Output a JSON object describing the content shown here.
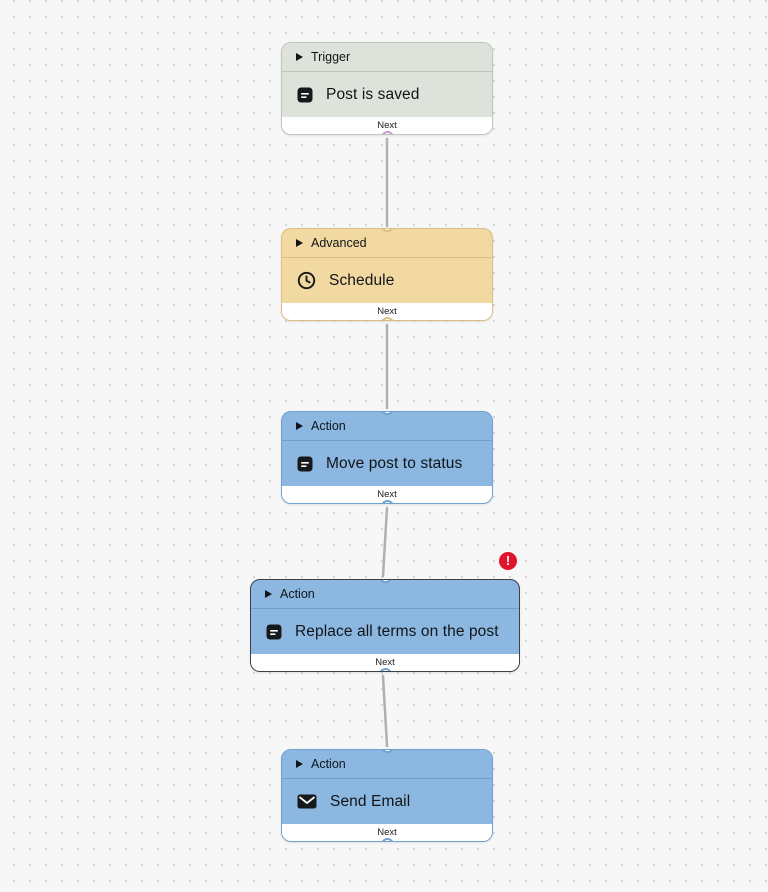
{
  "canvas": {
    "background_color": "#f7f7f8",
    "dot_color": "#d6d6da",
    "wire_color": "#b0b0b4"
  },
  "nodes": [
    {
      "category": "Trigger",
      "title": "Post is saved",
      "footer_label": "Next",
      "icon": "document-icon",
      "theme": {
        "bg": "#dde3da",
        "border": "#bfc7be",
        "port": "#c59fc6"
      },
      "selected": false,
      "has_error": false
    },
    {
      "category": "Advanced",
      "title": "Schedule",
      "footer_label": "Next",
      "icon": "clock-icon",
      "theme": {
        "bg": "#f2d8a1",
        "border": "#dcbf85",
        "port": "#dcbf85"
      },
      "selected": false,
      "has_error": false
    },
    {
      "category": "Action",
      "title": "Move post to status",
      "footer_label": "Next",
      "icon": "document-icon",
      "theme": {
        "bg": "#8bb7e0",
        "border": "#72a2d1",
        "port": "#72a2d1"
      },
      "selected": false,
      "has_error": false
    },
    {
      "category": "Action",
      "title": "Replace all terms on the post",
      "footer_label": "Next",
      "icon": "document-icon",
      "theme": {
        "bg": "#8bb7e0",
        "border": "#3b4045",
        "port": "#72a2d1"
      },
      "selected": true,
      "has_error": true
    },
    {
      "category": "Action",
      "title": "Send Email",
      "footer_label": "Next",
      "icon": "email-icon",
      "theme": {
        "bg": "#8bb7e0",
        "border": "#72a2d1",
        "port": "#72a2d1"
      },
      "selected": false,
      "has_error": false
    }
  ],
  "error_badge": {
    "glyph": "!",
    "color": "#e0142b"
  }
}
